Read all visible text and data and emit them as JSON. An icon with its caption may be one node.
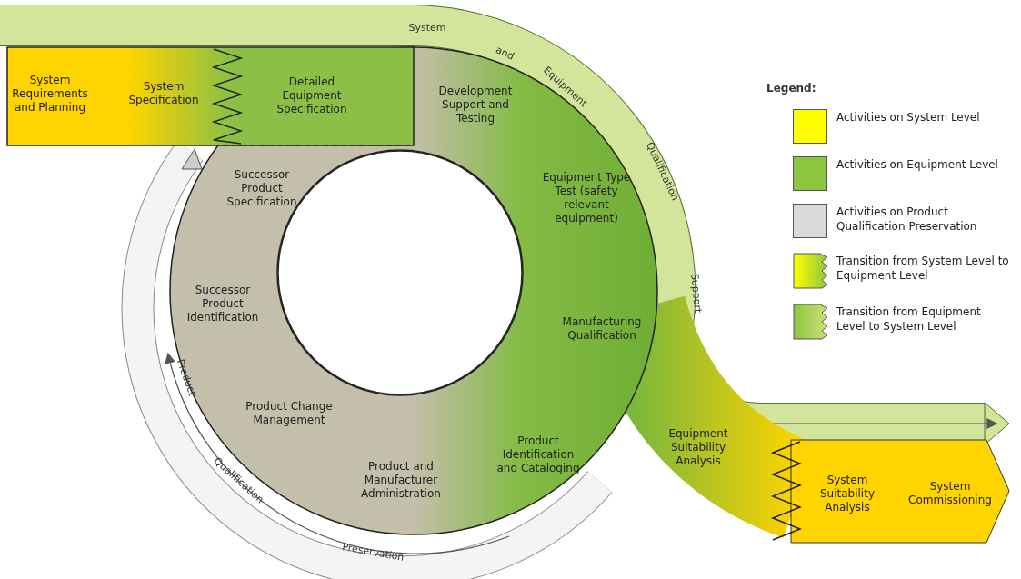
{
  "diagram": {
    "nodes": [
      {
        "text": [
          "System Requirements and Planning"
        ]
      },
      {
        "text": [
          "System Specification"
        ]
      },
      {
        "text": [
          "Detailed Equipment Specification"
        ]
      },
      {
        "text": [
          "Development Support and Testing"
        ]
      },
      {
        "text": [
          "Equipment Type Test (safety relevant equipment)"
        ]
      },
      {
        "text": [
          "Manufacturing Qualification"
        ]
      },
      {
        "text": [
          "Equipment Suitability Analysis"
        ]
      },
      {
        "text": [
          "System Suitability Analysis"
        ]
      },
      {
        "text": [
          "System Commissioning"
        ]
      },
      {
        "text": [
          "Product Identification and Cataloging"
        ]
      },
      {
        "text": [
          "Product and Manufacturer Administration"
        ]
      },
      {
        "text": [
          "Product Change Management"
        ]
      },
      {
        "text": [
          "Successor Product Identification"
        ]
      },
      {
        "text": [
          "Successor Product Specification"
        ]
      }
    ],
    "labels": [
      "System",
      "and",
      "Equipment",
      "Qualification",
      "Support",
      "Product",
      "Qualification",
      "Preservation",
      "Legend:"
    ],
    "legend": [
      {
        "text": "Activities on System Level",
        "color": "#ffff00"
      },
      {
        "text": "Activities on Equipment Level",
        "color": "#8cc63f"
      },
      {
        "text": "Activities on Product Qualification Preservation",
        "color": "#d9d9d9"
      },
      {
        "text": "Transition from System Level to Equipment Level"
      },
      {
        "text": "Transition from Equipment Level to System Level"
      }
    ]
  }
}
